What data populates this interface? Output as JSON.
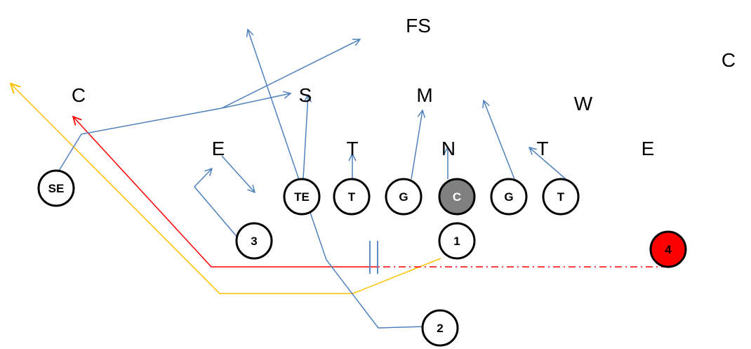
{
  "colors": {
    "route_blue": "#4F81BD",
    "route_red": "#FF0000",
    "route_yellow": "#FFC000",
    "center_fill": "#808080",
    "ball_carrier_fill": "#FF0000",
    "player_fill": "#FFFFFF",
    "outline": "#000000"
  },
  "defense": [
    {
      "id": "fs",
      "label": "FS"
    },
    {
      "id": "c-right",
      "label": "C"
    },
    {
      "id": "c-left",
      "label": "C"
    },
    {
      "id": "s",
      "label": "S"
    },
    {
      "id": "m",
      "label": "M"
    },
    {
      "id": "w",
      "label": "W"
    },
    {
      "id": "e-left",
      "label": "E"
    },
    {
      "id": "t-left",
      "label": "T"
    },
    {
      "id": "n",
      "label": "N"
    },
    {
      "id": "t-right",
      "label": "T"
    },
    {
      "id": "e-right",
      "label": "E"
    }
  ],
  "offense": [
    {
      "id": "se",
      "label": "SE",
      "fill": "white"
    },
    {
      "id": "te",
      "label": "TE",
      "fill": "white"
    },
    {
      "id": "lt",
      "label": "T",
      "fill": "white"
    },
    {
      "id": "lg",
      "label": "G",
      "fill": "white"
    },
    {
      "id": "center",
      "label": "C",
      "fill": "center"
    },
    {
      "id": "rg",
      "label": "G",
      "fill": "white"
    },
    {
      "id": "rt",
      "label": "T",
      "fill": "white"
    },
    {
      "id": "back-3",
      "label": "3",
      "fill": "white"
    },
    {
      "id": "back-1",
      "label": "1",
      "fill": "white"
    },
    {
      "id": "back-4",
      "label": "4",
      "fill": "ball_carrier"
    },
    {
      "id": "back-2",
      "label": "2",
      "fill": "white"
    }
  ]
}
